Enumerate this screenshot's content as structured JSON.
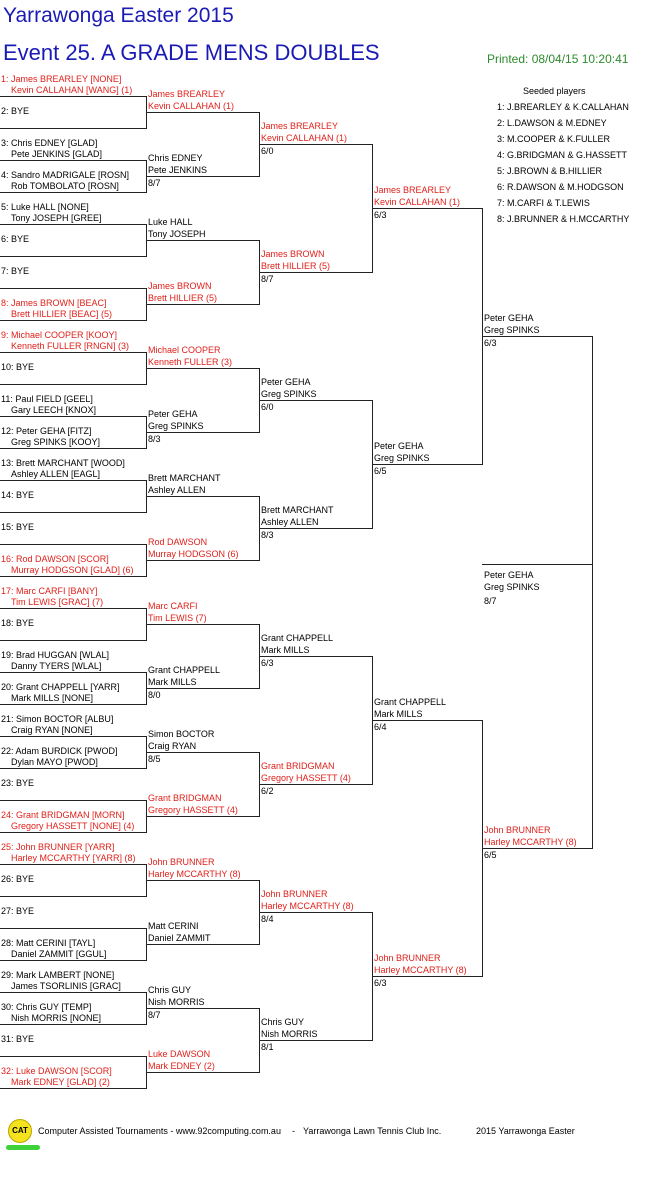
{
  "header": {
    "title": "Yarrawonga Easter 2015",
    "event": "Event 25. A GRADE MENS DOUBLES",
    "printed": "Printed: 08/04/15 10:20:41"
  },
  "colors": {
    "title": "#1a1ab5",
    "seeded": "#e0201a",
    "printed": "#2e8b2e",
    "line": "#222222"
  },
  "round1": [
    {
      "label": "1: James BREARLEY [NONE]",
      "p2": "Kevin CALLAHAN [WANG] (1)",
      "seeded": true
    },
    {
      "label": "2: BYE",
      "p2": "",
      "seeded": false
    },
    {
      "label": "3: Chris EDNEY [GLAD]",
      "p2": "Pete JENKINS [GLAD]",
      "seeded": false
    },
    {
      "label": "4: Sandro MADRIGALE [ROSN]",
      "p2": "Rob TOMBOLATO [ROSN]",
      "seeded": false
    },
    {
      "label": "5: Luke HALL [NONE]",
      "p2": "Tony JOSEPH [GREE]",
      "seeded": false
    },
    {
      "label": "6: BYE",
      "p2": "",
      "seeded": false
    },
    {
      "label": "7: BYE",
      "p2": "",
      "seeded": false
    },
    {
      "label": "8: James BROWN [BEAC]",
      "p2": "Brett HILLIER [BEAC] (5)",
      "seeded": true
    },
    {
      "label": "9: Michael COOPER [KOOY]",
      "p2": "Kenneth FULLER [RNGN] (3)",
      "seeded": true
    },
    {
      "label": "10: BYE",
      "p2": "",
      "seeded": false
    },
    {
      "label": "11: Paul FIELD [GEEL]",
      "p2": "Gary LEECH [KNOX]",
      "seeded": false
    },
    {
      "label": "12: Peter GEHA [FITZ]",
      "p2": "Greg SPINKS [KOOY]",
      "seeded": false
    },
    {
      "label": "13: Brett MARCHANT [WOOD]",
      "p2": "Ashley ALLEN [EAGL]",
      "seeded": false
    },
    {
      "label": "14: BYE",
      "p2": "",
      "seeded": false
    },
    {
      "label": "15: BYE",
      "p2": "",
      "seeded": false
    },
    {
      "label": "16: Rod DAWSON [SCOR]",
      "p2": "Murray HODGSON [GLAD] (6)",
      "seeded": true
    },
    {
      "label": "17: Marc CARFI [BANY]",
      "p2": "Tim LEWIS [GRAC] (7)",
      "seeded": true
    },
    {
      "label": "18: BYE",
      "p2": "",
      "seeded": false
    },
    {
      "label": "19: Brad HUGGAN [WLAL]",
      "p2": "Danny TYERS [WLAL]",
      "seeded": false
    },
    {
      "label": "20: Grant CHAPPELL [YARR]",
      "p2": "Mark MILLS [NONE]",
      "seeded": false
    },
    {
      "label": "21: Simon BOCTOR [ALBU]",
      "p2": "Craig RYAN [NONE]",
      "seeded": false
    },
    {
      "label": "22: Adam BURDICK [PWOD]",
      "p2": "Dylan MAYO [PWOD]",
      "seeded": false
    },
    {
      "label": "23: BYE",
      "p2": "",
      "seeded": false
    },
    {
      "label": "24: Grant BRIDGMAN [MORN]",
      "p2": "Gregory HASSETT [NONE] (4)",
      "seeded": true
    },
    {
      "label": "25: John BRUNNER [YARR]",
      "p2": "Harley MCCARTHY [YARR] (8)",
      "seeded": true
    },
    {
      "label": "26: BYE",
      "p2": "",
      "seeded": false
    },
    {
      "label": "27: BYE",
      "p2": "",
      "seeded": false
    },
    {
      "label": "28: Matt CERINI [TAYL]",
      "p2": "Daniel ZAMMIT [GGUL]",
      "seeded": false
    },
    {
      "label": "29: Mark LAMBERT [NONE]",
      "p2": "James TSORLINIS [GRAC]",
      "seeded": false
    },
    {
      "label": "30: Chris GUY [TEMP]",
      "p2": "Nish MORRIS [NONE]",
      "seeded": false
    },
    {
      "label": "31: BYE",
      "p2": "",
      "seeded": false
    },
    {
      "label": "32: Luke DAWSON [SCOR]",
      "p2": "Mark EDNEY [GLAD] (2)",
      "seeded": true
    }
  ],
  "round2": [
    {
      "p1": "James BREARLEY",
      "p2": "Kevin CALLAHAN (1)",
      "score": "",
      "seeded": true
    },
    {
      "p1": "Chris EDNEY",
      "p2": "Pete JENKINS",
      "score": "8/7",
      "seeded": false
    },
    {
      "p1": "Luke HALL",
      "p2": "Tony JOSEPH",
      "score": "",
      "seeded": false
    },
    {
      "p1": "James BROWN",
      "p2": "Brett HILLIER (5)",
      "score": "",
      "seeded": true
    },
    {
      "p1": "Michael COOPER",
      "p2": "Kenneth FULLER (3)",
      "score": "",
      "seeded": true
    },
    {
      "p1": "Peter GEHA",
      "p2": "Greg SPINKS",
      "score": "8/3",
      "seeded": false
    },
    {
      "p1": "Brett MARCHANT",
      "p2": "Ashley ALLEN",
      "score": "",
      "seeded": false
    },
    {
      "p1": "Rod DAWSON",
      "p2": "Murray HODGSON (6)",
      "score": "",
      "seeded": true
    },
    {
      "p1": "Marc CARFI",
      "p2": "Tim LEWIS (7)",
      "score": "",
      "seeded": true
    },
    {
      "p1": "Grant CHAPPELL",
      "p2": "Mark MILLS",
      "score": "8/0",
      "seeded": false
    },
    {
      "p1": "Simon BOCTOR",
      "p2": "Craig RYAN",
      "score": "8/5",
      "seeded": false
    },
    {
      "p1": "Grant BRIDGMAN",
      "p2": "Gregory HASSETT (4)",
      "score": "",
      "seeded": true
    },
    {
      "p1": "John BRUNNER",
      "p2": "Harley MCCARTHY (8)",
      "score": "",
      "seeded": true
    },
    {
      "p1": "Matt CERINI",
      "p2": "Daniel ZAMMIT",
      "score": "",
      "seeded": false
    },
    {
      "p1": "Chris GUY",
      "p2": "Nish MORRIS",
      "score": "8/7",
      "seeded": false
    },
    {
      "p1": "Luke DAWSON",
      "p2": "Mark EDNEY (2)",
      "score": "",
      "seeded": true
    }
  ],
  "round3": [
    {
      "p1": "James BREARLEY",
      "p2": "Kevin CALLAHAN (1)",
      "score": "6/0",
      "seeded": true
    },
    {
      "p1": "James BROWN",
      "p2": "Brett HILLIER (5)",
      "score": "8/7",
      "seeded": true
    },
    {
      "p1": "Peter GEHA",
      "p2": "Greg SPINKS",
      "score": "6/0",
      "seeded": false
    },
    {
      "p1": "Brett MARCHANT",
      "p2": "Ashley ALLEN",
      "score": "8/3",
      "seeded": false
    },
    {
      "p1": "Grant CHAPPELL",
      "p2": "Mark MILLS",
      "score": "6/3",
      "seeded": false
    },
    {
      "p1": "Grant BRIDGMAN",
      "p2": "Gregory HASSETT (4)",
      "score": "6/2",
      "seeded": true
    },
    {
      "p1": "John BRUNNER",
      "p2": "Harley MCCARTHY (8)",
      "score": "8/4",
      "seeded": true
    },
    {
      "p1": "Chris GUY",
      "p2": "Nish MORRIS",
      "score": "8/1",
      "seeded": false
    }
  ],
  "round4": [
    {
      "p1": "James BREARLEY",
      "p2": "Kevin CALLAHAN (1)",
      "score": "6/3",
      "seeded": true
    },
    {
      "p1": "Peter GEHA",
      "p2": "Greg SPINKS",
      "score": "6/5",
      "seeded": false
    },
    {
      "p1": "Grant CHAPPELL",
      "p2": "Mark MILLS",
      "score": "6/4",
      "seeded": false
    },
    {
      "p1": "John BRUNNER",
      "p2": "Harley MCCARTHY (8)",
      "score": "6/3",
      "seeded": true
    }
  ],
  "round5": [
    {
      "p1": "Peter GEHA",
      "p2": "Greg SPINKS",
      "score": "6/3",
      "seeded": false
    },
    {
      "p1": "John BRUNNER",
      "p2": "Harley MCCARTHY (8)",
      "score": "6/5",
      "seeded": true
    }
  ],
  "final": {
    "p1": "Peter GEHA",
    "p2": "Greg SPINKS",
    "score": "8/7",
    "seeded": false
  },
  "seeds": {
    "title": "Seeded players",
    "items": [
      "1: J.BREARLEY & K.CALLAHAN",
      "2: L.DAWSON & M.EDNEY",
      "3: M.COOPER & K.FULLER",
      "4: G.BRIDGMAN & G.HASSETT",
      "5: J.BROWN & B.HILLIER",
      "6: R.DAWSON & M.HODGSON",
      "7: M.CARFI & T.LEWIS",
      "8: J.BRUNNER & H.MCCARTHY"
    ]
  },
  "footer": {
    "logo": "CAT",
    "credit": "Computer Assisted Tournaments - www.92computing.com.au",
    "separator": "-",
    "club": "Yarrawonga Lawn Tennis Club Inc.",
    "event": "2015 Yarrawonga Easter"
  }
}
